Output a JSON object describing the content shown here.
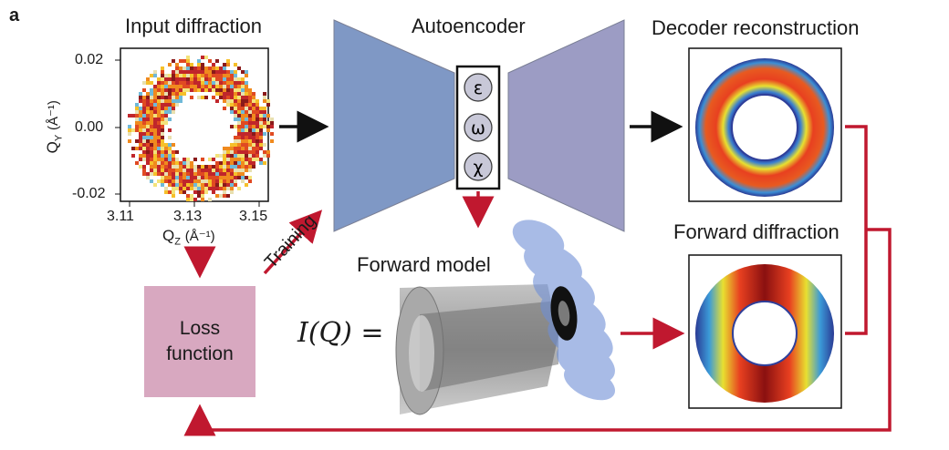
{
  "panel_label": "a",
  "input_panel": {
    "title": "Input diffraction",
    "y_ticks": [
      "0.02",
      "0.00",
      "-0.02"
    ],
    "x_ticks": [
      "3.11",
      "3.13",
      "3.15"
    ],
    "y_axis_label": "Q",
    "y_axis_sub": "Y",
    "y_axis_unit": "(Å⁻¹)",
    "x_axis_label": "Q",
    "x_axis_sub": "Z",
    "x_axis_unit": "(Å⁻¹)"
  },
  "autoencoder": {
    "title": "Autoencoder",
    "latent_symbols": [
      "ε",
      "ω",
      "χ"
    ],
    "encoder_color": "#7f98c5",
    "decoder_color": "#9c9cc4"
  },
  "decoder_panel": {
    "title": "Decoder reconstruction"
  },
  "forward_panel": {
    "title": "Forward diffraction"
  },
  "forward_model": {
    "title": "Forward model",
    "formula": "I(Q) ="
  },
  "training_label": "Training",
  "loss_box": {
    "line1": "Loss",
    "line2": "function",
    "color": "#d8a8c0"
  },
  "colors": {
    "arrow_red": "#c0182f",
    "arrow_black": "#111111"
  }
}
